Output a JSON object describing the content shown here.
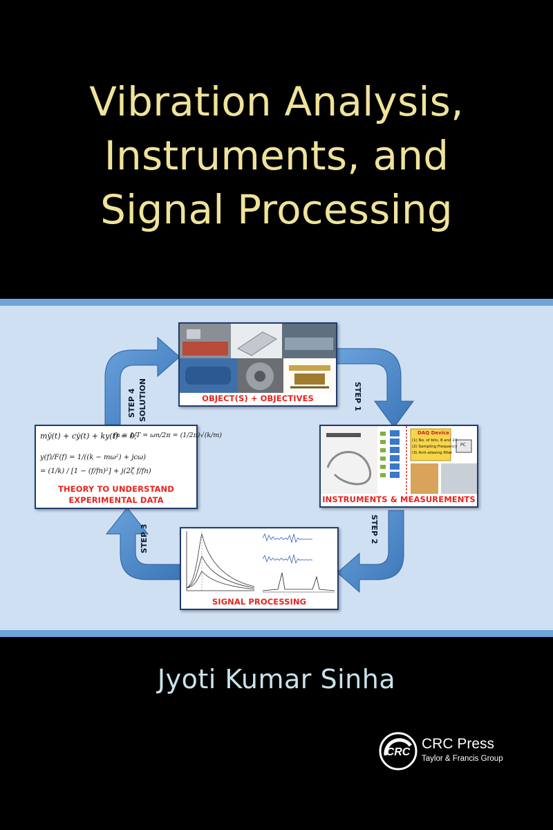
{
  "cover": {
    "title_lines": [
      "Vibration Analysis,",
      "Instruments, and",
      "Signal Processing"
    ],
    "author": "Jyoti Kumar Sinha",
    "colors": {
      "background": "#000000",
      "title": "#efe39a",
      "band": "#6fa3d9",
      "panel": "#cfe0f3",
      "arrow": "#4a86c8",
      "caption": "#e8231e",
      "author": "#c9e3ea"
    }
  },
  "diagram": {
    "objects": {
      "caption": "OBJECT(S) + OBJECTIVES"
    },
    "instruments": {
      "caption": "INSTRUMENTS & MEASUREMENTS",
      "daq_title": "DAQ Device",
      "daq_items": [
        "(1) No. of bits, 8 and 24",
        "(2) Sampling Frequency",
        "(3) Anti-aliasing filter"
      ],
      "pc_label": "PC"
    },
    "signal": {
      "caption": "SIGNAL PROCESSING"
    },
    "theory": {
      "caption_line1": "THEORY TO UNDERSTAND",
      "caption_line2": "EXPERIMENTAL DATA",
      "eq1": "mÿ(t) + cẏ(t) + ky(t) = 0;",
      "eq2": "fn = 1/T = ωn/2π = (1/2π)√(k/m)",
      "eq3": "y(f)/F(f) = 1/((k − mω²) + jcω)",
      "eq4": "= (1/k) / [1 − (f/fn)²] + j(2ζ f/fn)"
    },
    "steps": {
      "step1": "STEP 1",
      "step2": "STEP 2",
      "step3": "STEP 3",
      "step4_line1": "STEP 4",
      "step4_line2": "SOLUTION"
    }
  },
  "publisher": {
    "logo_icon": "crc-logo-icon",
    "logo_text": "CRC",
    "name": "CRC Press",
    "group": "Taylor & Francis Group"
  }
}
